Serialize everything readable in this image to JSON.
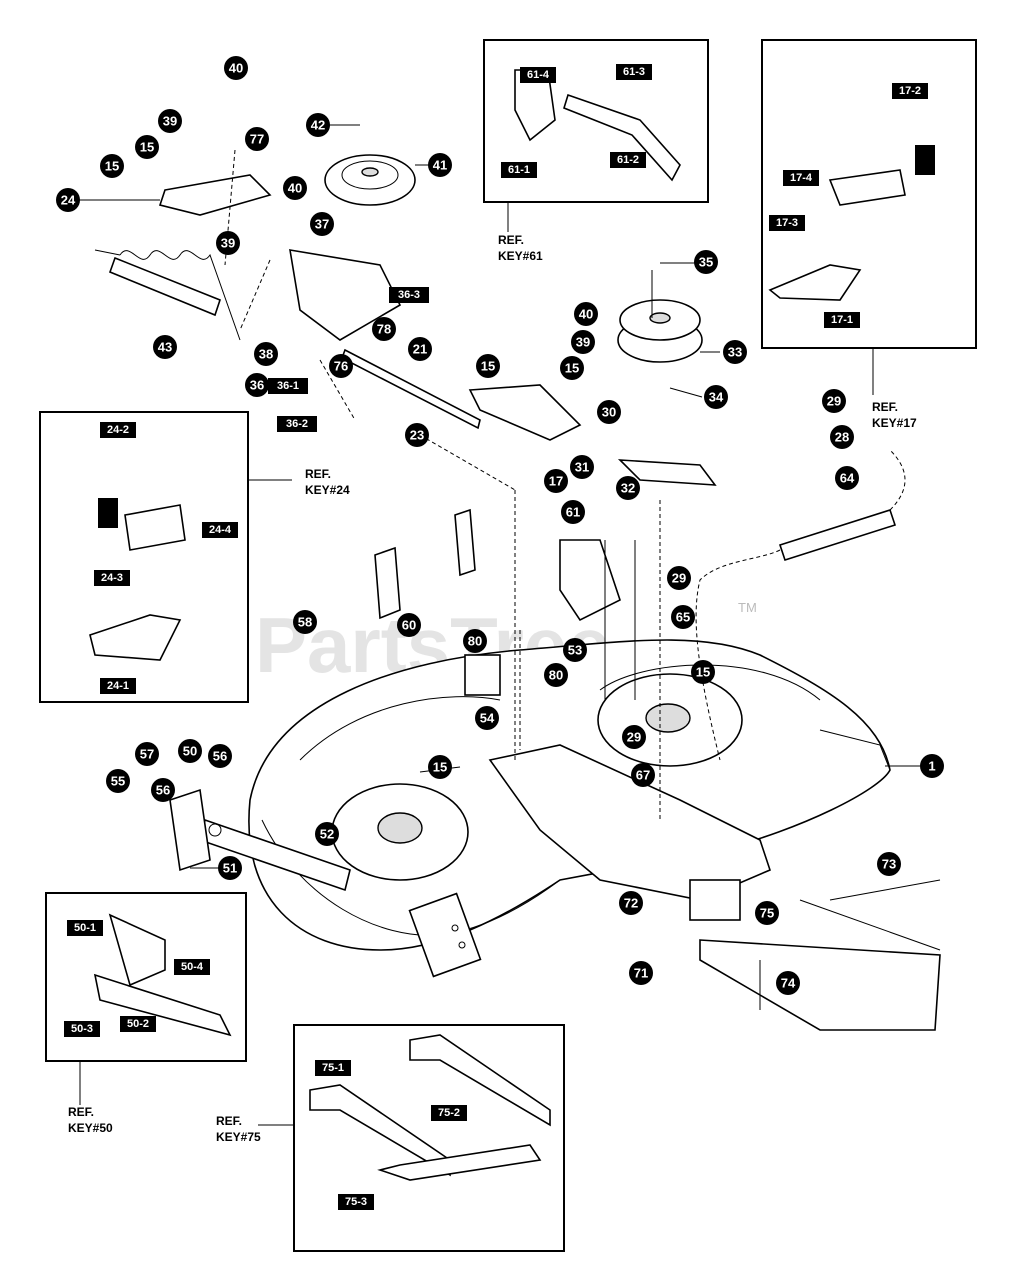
{
  "watermark": "PartsTree",
  "watermark_tm": "TM",
  "callouts": [
    "40",
    "39",
    "15",
    "77",
    "15",
    "24",
    "40",
    "39",
    "37",
    "42",
    "41",
    "43",
    "38",
    "36",
    "36-1",
    "36-2",
    "36-3",
    "78",
    "76",
    "21",
    "23",
    "40",
    "39",
    "15",
    "15",
    "17",
    "35",
    "33",
    "34",
    "30",
    "31",
    "32",
    "29",
    "28",
    "64",
    "61",
    "29",
    "65",
    "53",
    "80",
    "80",
    "15",
    "58",
    "60",
    "54",
    "29",
    "67",
    "1",
    "15",
    "52",
    "57",
    "50",
    "56",
    "56",
    "55",
    "51",
    "72",
    "73",
    "75",
    "71",
    "74"
  ],
  "insets": {
    "key61": {
      "ref_line1": "REF.",
      "ref_line2": "KEY#61",
      "labels": [
        "61-4",
        "61-3",
        "61-1",
        "61-2"
      ]
    },
    "key17": {
      "ref_line1": "REF.",
      "ref_line2": "KEY#17",
      "labels": [
        "17-2",
        "17-4",
        "17-3",
        "17-1"
      ]
    },
    "key24": {
      "ref_line1": "REF.",
      "ref_line2": "KEY#24",
      "labels": [
        "24-2",
        "24-4",
        "24-3",
        "24-1"
      ]
    },
    "key50": {
      "ref_line1": "REF.",
      "ref_line2": "KEY#50",
      "labels": [
        "50-1",
        "50-4",
        "50-3",
        "50-2"
      ]
    },
    "key75": {
      "ref_line1": "REF.",
      "ref_line2": "KEY#75",
      "labels": [
        "75-1",
        "75-2",
        "75-3"
      ]
    }
  }
}
